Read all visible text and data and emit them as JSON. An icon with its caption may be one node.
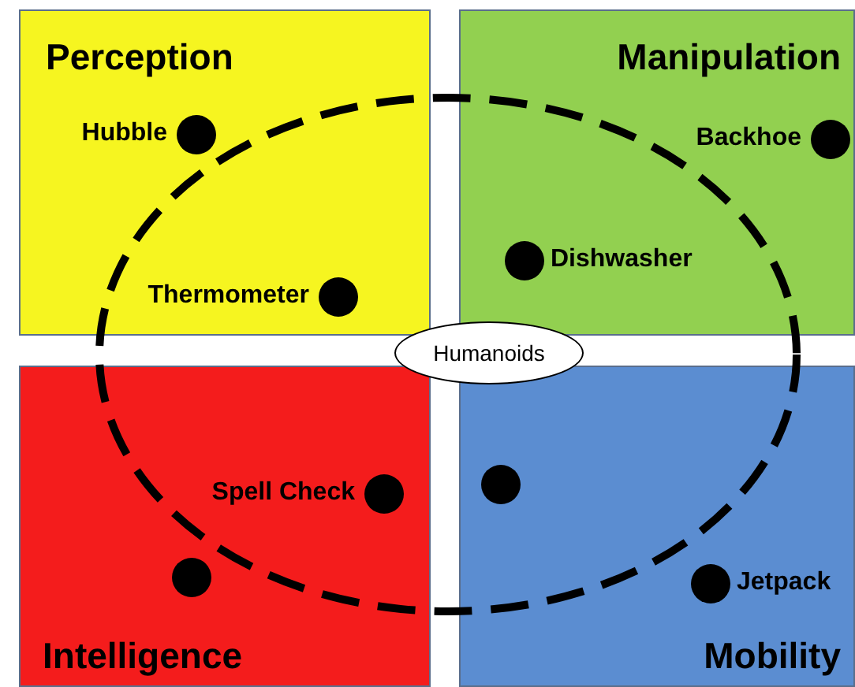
{
  "diagram": {
    "nodes": [
      {
        "text": [
          "Perception"
        ]
      },
      {
        "text": [
          "Hubble"
        ],
        "in": 0
      },
      {
        "text": [
          "Thermometer"
        ],
        "in": 0
      },
      {
        "text": [
          "Manipulation"
        ]
      },
      {
        "text": [
          "Backhoe"
        ],
        "in": 3
      },
      {
        "text": [
          "Dishwasher"
        ],
        "in": 3
      },
      {
        "text": [
          "Humanoids"
        ]
      },
      {
        "text": [
          "Intelligence"
        ]
      },
      {
        "text": [
          "Spell Check"
        ],
        "in": 7
      },
      {
        "text": [],
        "shape": "circle",
        "in": 7
      },
      {
        "text": [
          "Mobility"
        ]
      },
      {
        "text": [],
        "shape": "circle",
        "in": 10
      },
      {
        "text": [
          "Jetpack"
        ],
        "in": 10
      }
    ],
    "edges": []
  }
}
